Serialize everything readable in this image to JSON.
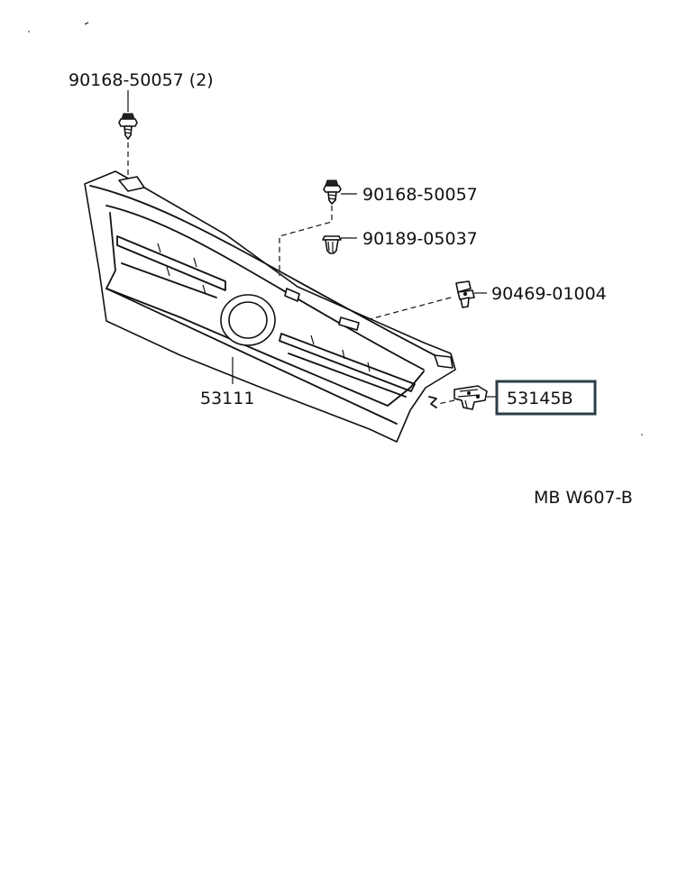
{
  "labels": {
    "clip_top_left": "90168-50057 (2)",
    "screw_right": "90168-50057",
    "clip_nut": "90189-05037",
    "clip_fastener": "90469-01004",
    "grille": "53111",
    "bracket": "53145B",
    "diagram_code": "MB W607-B"
  },
  "colors": {
    "highlight_box": "#2b3d47",
    "line": "#111111"
  }
}
